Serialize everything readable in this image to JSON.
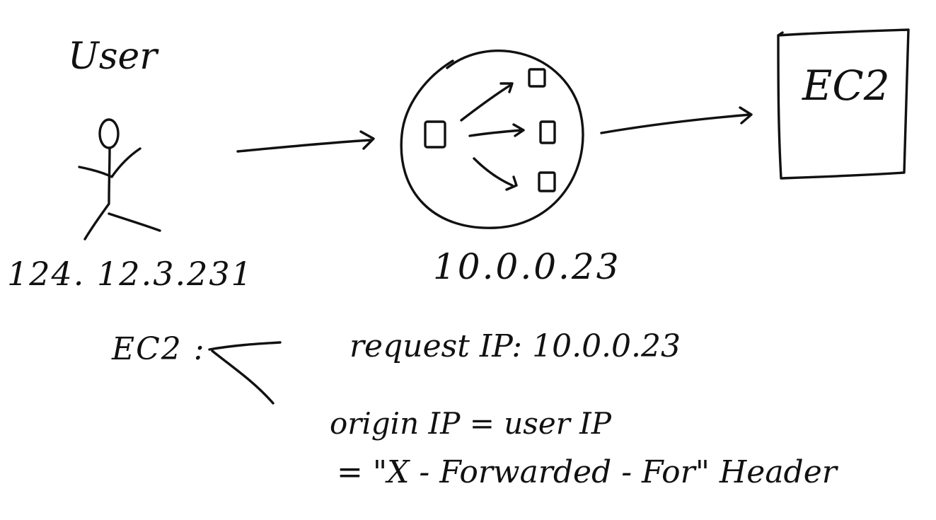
{
  "user": {
    "label": "User",
    "ip": "124. 12.3.231"
  },
  "load_balancer": {
    "ip": "10.0.0.23"
  },
  "target": {
    "label": "EC2"
  },
  "notes": {
    "ec2_prefix": "EC2 :",
    "request_ip": "request IP: 10.0.0.23",
    "origin_ip": "origin IP = user IP",
    "header": "= \"X - Forwarded - For\" Header"
  },
  "colors": {
    "ink": "#111111",
    "background": "#ffffff"
  }
}
